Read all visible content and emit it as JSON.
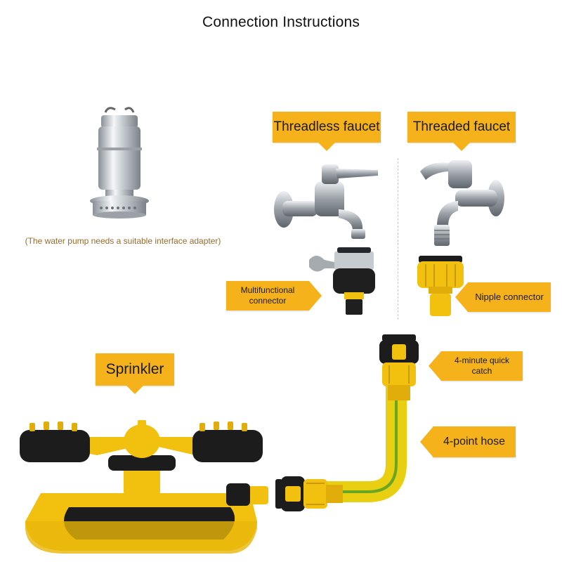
{
  "page": {
    "title": "Connection Instructions"
  },
  "pump": {
    "note": "(The water pump needs a suitable interface adapter)"
  },
  "labels": {
    "threadless_faucet": "Threadless faucet",
    "threaded_faucet": "Threaded faucet",
    "multifunctional_connector": [
      "Multifunctional",
      "connector"
    ],
    "nipple_connector": "Nipple connector",
    "sprinkler": "Sprinkler",
    "quick_catch": [
      "4-minute quick",
      "catch"
    ],
    "hose": "4-point hose"
  },
  "colors": {
    "label_bg": "#f6b21a",
    "connector_yellow": "#f2c10f",
    "connector_black": "#1c1c1c",
    "hose_yellow": "#e9cf12",
    "hose_stripe": "#6aa624",
    "chrome": "#b9bec4",
    "note_text": "#9a6a2c"
  },
  "icons": [
    "water-pump-icon",
    "threadless-faucet-icon",
    "threaded-faucet-icon",
    "multifunctional-connector-icon",
    "nipple-connector-icon",
    "sprinkler-icon",
    "quick-catch-connector-icon",
    "hose-icon"
  ]
}
